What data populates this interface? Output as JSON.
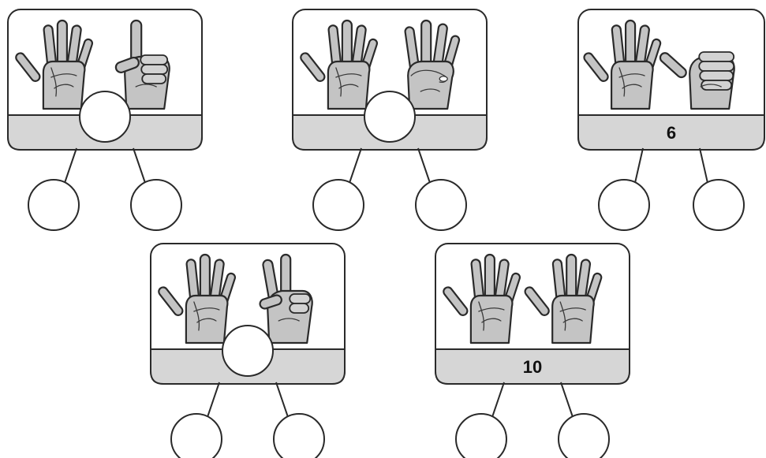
{
  "cards": [
    {
      "id": "card-1",
      "hands": [
        "open",
        "index"
      ],
      "total": null
    },
    {
      "id": "card-2",
      "hands": [
        "open",
        "ok"
      ],
      "total": null
    },
    {
      "id": "card-3",
      "hands": [
        "open",
        "thumb"
      ],
      "total": "6"
    },
    {
      "id": "card-4",
      "hands": [
        "open",
        "two"
      ],
      "total": null
    },
    {
      "id": "card-5",
      "hands": [
        "open",
        "open"
      ],
      "total": "10"
    }
  ],
  "colors": {
    "band": "#d6d6d6",
    "hand": "#c4c4c4",
    "outline": "#2a2a2a"
  }
}
